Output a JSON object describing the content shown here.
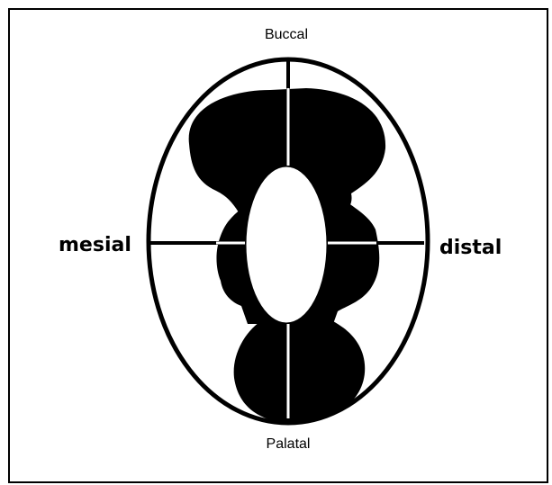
{
  "labels": {
    "top": "Buccal",
    "bottom": "Palatal",
    "left": "mesial",
    "right": "distal"
  },
  "colors": {
    "ink": "#000000",
    "paper": "#ffffff"
  }
}
